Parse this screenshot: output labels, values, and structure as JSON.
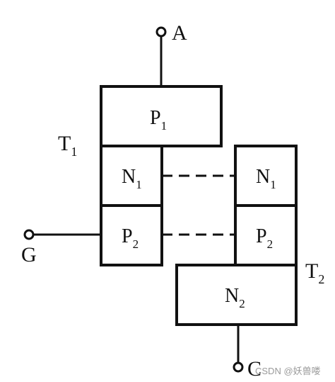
{
  "terminals": {
    "anode": "A",
    "gate": "G",
    "cathode": "C"
  },
  "transistors": {
    "t1": {
      "letter": "T",
      "sub": "1"
    },
    "t2": {
      "letter": "T",
      "sub": "2"
    }
  },
  "layers": {
    "p1": {
      "letter": "P",
      "sub": "1"
    },
    "t1_n1": {
      "letter": "N",
      "sub": "1"
    },
    "t1_p2": {
      "letter": "P",
      "sub": "2"
    },
    "t2_n1": {
      "letter": "N",
      "sub": "1"
    },
    "t2_p2": {
      "letter": "P",
      "sub": "2"
    },
    "n2": {
      "letter": "N",
      "sub": "2"
    }
  },
  "watermark": "CSDN @妖兽喽"
}
